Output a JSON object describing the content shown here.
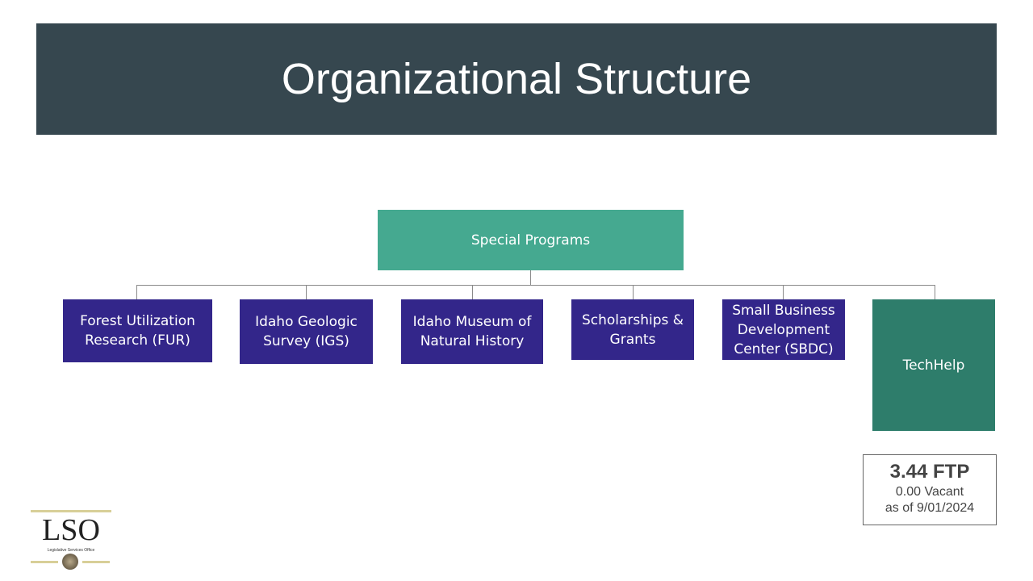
{
  "header": {
    "title": "Organizational Structure"
  },
  "root": {
    "label": "Special Programs"
  },
  "children": [
    {
      "label": "Forest Utilization Research (FUR)"
    },
    {
      "label": "Idaho Geologic Survey (IGS)"
    },
    {
      "label": "Idaho Museum of Natural History"
    },
    {
      "label": "Scholarships & Grants"
    },
    {
      "label": "Small Business Development Center (SBDC)"
    },
    {
      "label": "TechHelp"
    }
  ],
  "ftp": {
    "value": "3.44 FTP",
    "vacant": "0.00 Vacant",
    "date": "as of 9/01/2024"
  },
  "logo": {
    "text": "LSO",
    "subtitle": "Legislative Services Office"
  },
  "colors": {
    "header": "#36474f",
    "root": "#45a990",
    "child": "#33268a",
    "techhelp": "#2e7d6b"
  }
}
